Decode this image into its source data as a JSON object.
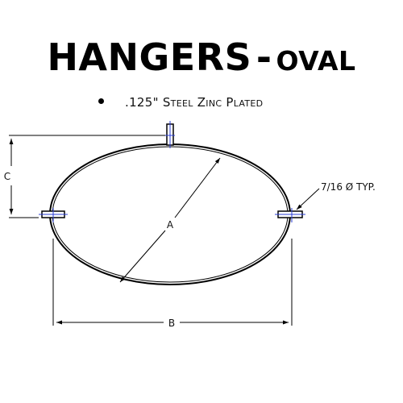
{
  "title": {
    "main": "HANGERS",
    "dash": "-",
    "sub": "OVAL"
  },
  "spec": {
    "text": ".125\" Steel Zinc Plated"
  },
  "dimensions": {
    "a_label": "A",
    "b_label": "B",
    "c_label": "C",
    "hole_callout": "7/16 Ø TYP."
  },
  "colors": {
    "line": "#000000",
    "centerline": "#2b3fd6"
  }
}
